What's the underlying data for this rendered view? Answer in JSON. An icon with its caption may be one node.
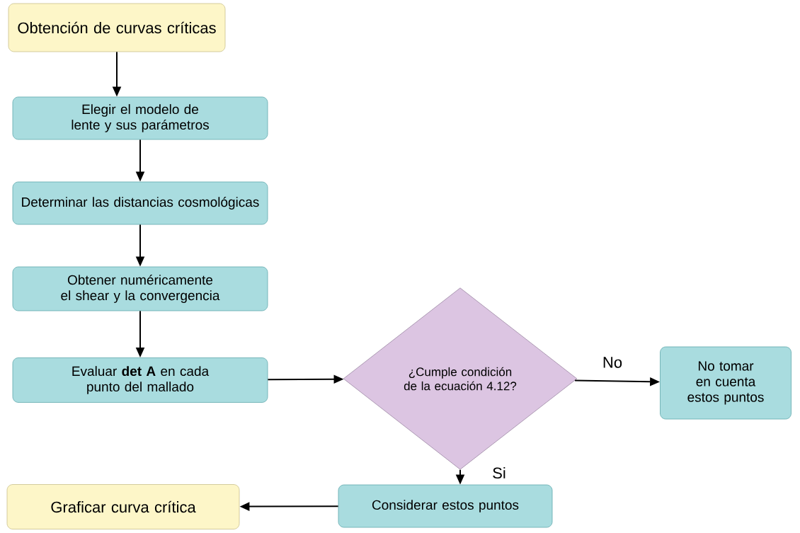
{
  "diagram": {
    "nodes": [
      {
        "text": [
          "Obtención de curvas críticas"
        ]
      },
      {
        "text": [
          "Elegir el modelo de lente y sus parámetros"
        ]
      },
      {
        "text": [
          "Determinar las distancias cosmológicas"
        ]
      },
      {
        "text": [
          "Obtener numéricamente el shear y la convergencia"
        ]
      },
      {
        "text": [
          "Evaluar **det A** en cada punto del mallado"
        ]
      },
      {
        "text": [
          "¿Cumple condición de la ecuación 4.12?"
        ]
      },
      {
        "text": [
          "No tomar en cuenta estos puntos"
        ]
      },
      {
        "text": [
          "Considerar estos puntos"
        ]
      },
      {
        "text": [
          "Graficar curva crítica"
        ]
      }
    ],
    "edges": [
      {
        "from": 0,
        "to": 1,
        "arrow": "to"
      },
      {
        "from": 1,
        "to": 2,
        "arrow": "to"
      },
      {
        "from": 2,
        "to": 3,
        "arrow": "to"
      },
      {
        "from": 3,
        "to": 4,
        "arrow": "to"
      },
      {
        "from": 4,
        "to": 5,
        "arrow": "to"
      },
      {
        "from": 5,
        "to": 6,
        "arrow": "to",
        "label": "No"
      },
      {
        "from": 5,
        "to": 7,
        "arrow": "to",
        "label": "Si"
      },
      {
        "from": 7,
        "to": 8,
        "arrow": "to"
      }
    ]
  }
}
